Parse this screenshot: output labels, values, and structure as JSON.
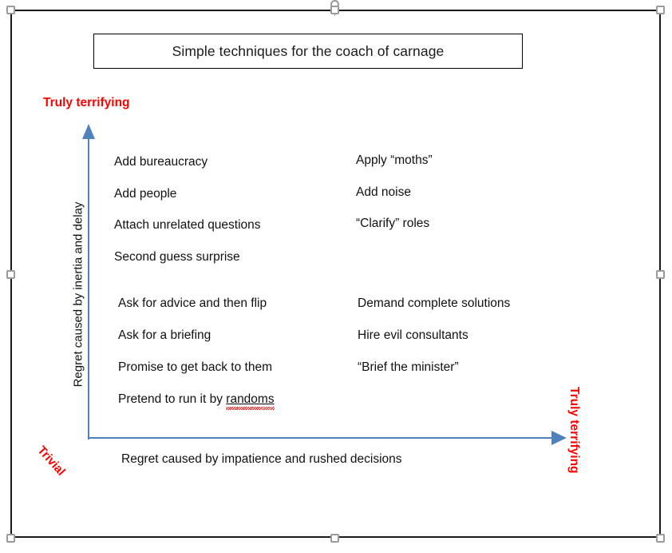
{
  "slide": {
    "title": "Simple techniques for the coach of carnage"
  },
  "axes": {
    "y_title": "Regret caused by inertia and delay",
    "x_title": "Regret caused by impatience and rushed decisions",
    "y_top_label": "Truly terrifying",
    "x_right_label": "Truly terrifying",
    "origin_label": "Trivial",
    "arrow_color": "#4f81bd",
    "label_color": "#ff0000"
  },
  "quadrants": {
    "top_left": {
      "items": [
        "Add bureaucracy",
        "Add people",
        "Attach unrelated questions",
        "Second guess surprise"
      ]
    },
    "top_right": {
      "items": [
        "Apply “moths”",
        "Add noise",
        "“Clarify” roles"
      ]
    },
    "bottom_left": {
      "items": [
        "Ask for advice and then flip",
        "Ask for a briefing",
        "Promise to get back to them"
      ],
      "last_item_prefix": "Pretend to run it by ",
      "last_item_misspelled": "randoms"
    },
    "bottom_right": {
      "items": [
        "Demand complete solutions",
        "Hire evil consultants",
        "“Brief the minister”"
      ]
    }
  },
  "selection": {
    "handle_count": 8,
    "rotation_handle": "rotate-handle"
  }
}
